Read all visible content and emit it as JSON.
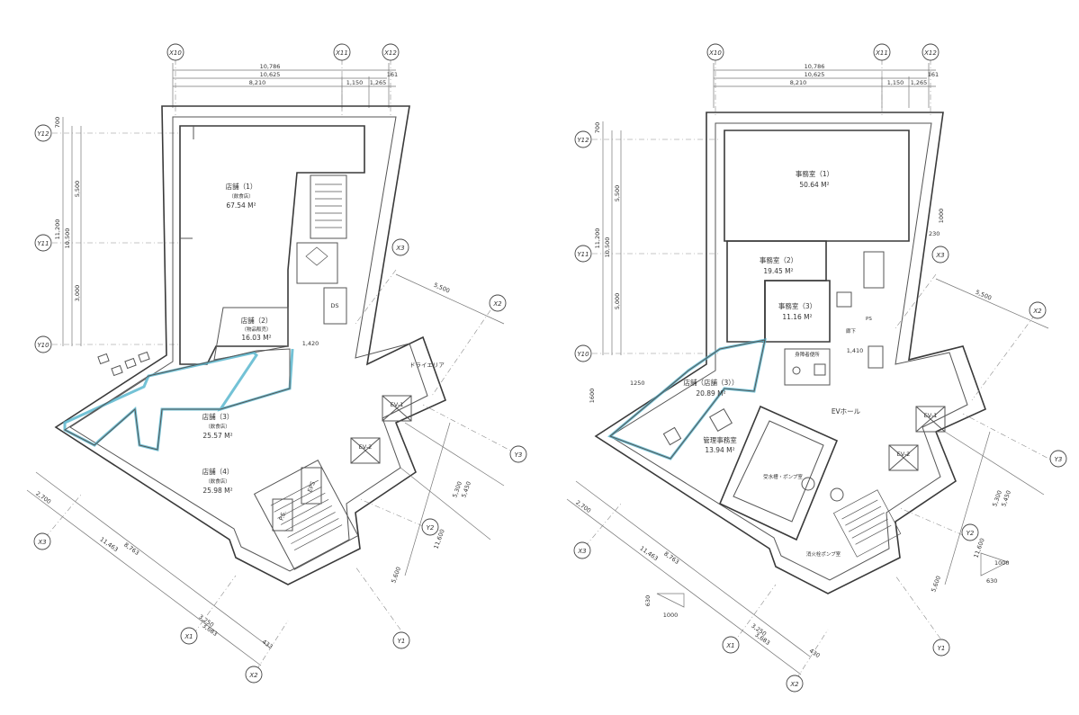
{
  "plan_left": {
    "dims_top": [
      "10,786",
      "10,625",
      "8,210",
      "1,150",
      "1,265",
      "161"
    ],
    "dims_left": [
      "11,200",
      "10,500",
      "5,500",
      "3,000",
      "700"
    ],
    "dims_right": [
      "5,500",
      "5,300",
      "5,450",
      "11,600",
      "5,600"
    ],
    "dims_bottom": [
      "2,700",
      "11,463",
      "8,763",
      "3,250",
      "3,683",
      "433"
    ],
    "axes": {
      "x10": "X10",
      "x11": "X11",
      "x12": "X12",
      "y12": "Y12",
      "y11": "Y11",
      "y10": "Y10",
      "y3": "Y3",
      "y2": "Y2",
      "y1": "Y1",
      "x3": "X3",
      "x2": "X2",
      "x1": "X1"
    },
    "rooms": {
      "r1_name": "店舗（1）",
      "r1_use": "（飲食店）",
      "r1_area": "67.54 M²",
      "r2_name": "店舗（2）",
      "r2_use": "（物品販売）",
      "r2_area": "16.03 M²",
      "r3_name": "店舗（3）",
      "r3_use": "（飲食店）",
      "r3_area": "25.57 M²",
      "r4_name": "店舗（4）",
      "r4_use": "（飲食店）",
      "r4_area": "25.98 M²"
    },
    "labels": {
      "ds": "DS",
      "eps": "EPS",
      "ps": "P.S.",
      "ev1": "EV-1",
      "ev2": "EV-2",
      "dry": "ドライエリア",
      "pit": "1,420"
    }
  },
  "plan_right": {
    "dims_top": [
      "10,786",
      "10,625",
      "8,210",
      "1,150",
      "1,265",
      "161"
    ],
    "dims_left": [
      "11,200",
      "10,500",
      "5,500",
      "5,000",
      "700",
      "1600",
      "1250"
    ],
    "dims_right": [
      "5,500",
      "1000",
      "230",
      "5,300",
      "5,450",
      "11,600",
      "5,600",
      "1000",
      "630"
    ],
    "dims_bottom": [
      "2,700",
      "11,463",
      "8,763",
      "3,250",
      "3,683",
      "430",
      "630",
      "1000"
    ],
    "axes": {
      "x10": "X10",
      "x11": "X11",
      "x12": "X12",
      "y12": "Y12",
      "y11": "Y11",
      "y10": "Y10",
      "y3": "Y3",
      "y2": "Y2",
      "y1": "Y1",
      "x3": "X3",
      "x2": "X2",
      "x1": "X1"
    },
    "rooms": {
      "o1_name": "事務室（1）",
      "o1_area": "50.64 M²",
      "o2_name": "事務室（2）",
      "o2_area": "19.45 M²",
      "o3_name": "事務室（3）",
      "o3_area": "11.16 M²",
      "s3_name": "店舗（店舗（3））",
      "s3_area": "20.89 M²",
      "mgr_name": "管理事務室",
      "mgr_area": "13.94 M²",
      "tank": "受水槽・ポンプ室",
      "fire_pump": "消火栓ポンプ室",
      "ev_hall": "EVホール",
      "hall": "廊下",
      "ps": "PS",
      "toilet": "身障者便所"
    },
    "labels": {
      "ev1": "EV-1",
      "ev2": "EV-2",
      "pit": "1,410"
    }
  }
}
